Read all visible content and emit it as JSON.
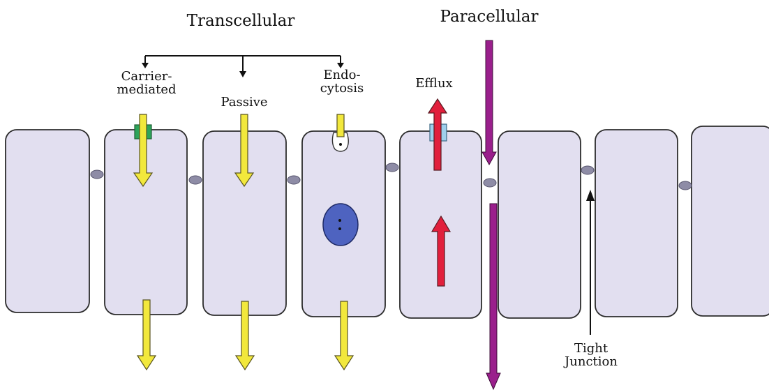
{
  "labels": {
    "transcellular": "Transcellular",
    "paracellular": "Paracellular",
    "carrier_line1": "Carrier-",
    "carrier_line2": "mediated",
    "passive": "Passive",
    "endo_line1": "Endo-",
    "endo_line2": "cytosis",
    "efflux": "Efflux",
    "tight_line1": "Tight",
    "tight_line2": "Junction"
  },
  "colors": {
    "cell_fill": "#e2dff0",
    "cell_stroke": "#2c2c2c",
    "junction": "#8e8ca6",
    "transport_arrow": "#f2e83c",
    "efflux_arrow": "#e11f3c",
    "paracellular_arrow": "#9a1f8c",
    "carrier_protein": "#2ea35a",
    "efflux_pump": "#9fd0ec",
    "nucleus": "#4e63c0"
  }
}
